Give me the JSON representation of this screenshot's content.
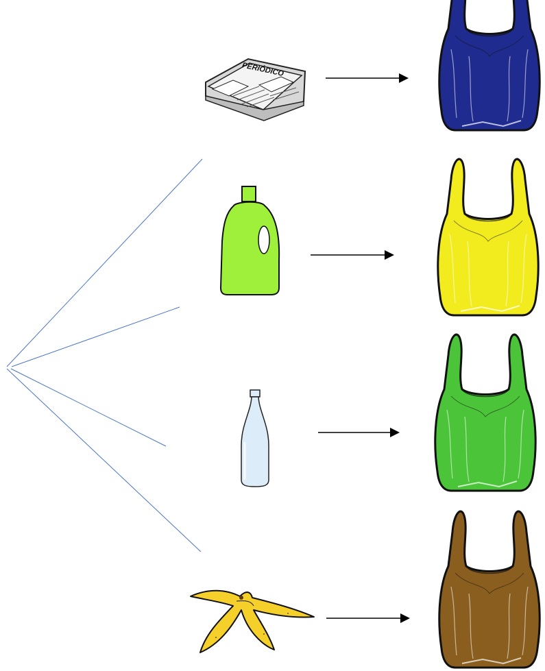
{
  "newspaper": {
    "masthead": "PERIÓDICO"
  },
  "items": [
    {
      "name": "newspaper",
      "bag_color": "#1f2b8f"
    },
    {
      "name": "detergent-bottle",
      "bag_color": "#f2ec1f"
    },
    {
      "name": "glass-bottle",
      "bag_color": "#4cc43a"
    },
    {
      "name": "banana-peel",
      "bag_color": "#8a5e1e"
    }
  ],
  "colors": {
    "branch_lines": "#4a74c9",
    "arrows": "#000000",
    "bottle_green": "#9ef03a",
    "glass": "#dcecf8",
    "banana": "#f5cf2a"
  }
}
